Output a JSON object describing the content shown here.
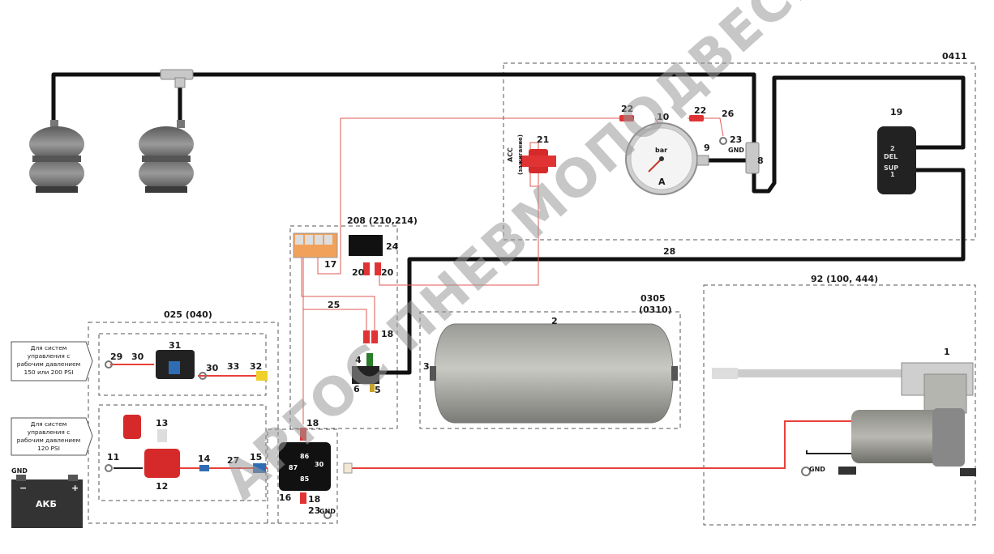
{
  "boxes": {
    "b0411": "0411",
    "b208": "208 (210,214)",
    "b025": "025 (040)",
    "b0305a": "0305",
    "b0305b": "(0310)",
    "b92": "92 (100, 444)"
  },
  "labels": {
    "n1": "1",
    "n2": "2",
    "n3": "3",
    "n4": "4",
    "n5": "5",
    "n6": "6",
    "n8": "8",
    "n9": "9",
    "n10": "10",
    "n11": "11",
    "n12": "12",
    "n13": "13",
    "n14": "14",
    "n15": "15",
    "n16": "16",
    "n17": "17",
    "n18a": "18",
    "n18b": "18",
    "n18c": "18",
    "n19": "19",
    "n20a": "20",
    "n20b": "20",
    "n21": "21",
    "n22a": "22",
    "n22b": "22",
    "n23a": "23",
    "n23b": "23",
    "n24": "24",
    "n25": "25",
    "n26": "26",
    "n27": "27",
    "n28": "28",
    "n29": "29",
    "n30a": "30",
    "n30b": "30",
    "n31": "31",
    "n32": "32",
    "n33": "33"
  },
  "gnd": {
    "gauge": "GND",
    "relay": "GND",
    "battery": "GND",
    "compressor": "GND"
  },
  "acc": {
    "line1": "ACC",
    "line2": "(зажигание)"
  },
  "battery": {
    "label": "АКБ",
    "minus": "−",
    "plus": "+"
  },
  "relay_pins": {
    "p86": "86",
    "p87": "87",
    "p30": "30",
    "p85": "85"
  },
  "panel": {
    "del_num": "2",
    "del": "DEL",
    "sup": "SUP",
    "sup_num": "1"
  },
  "gauge": {
    "unit": "bar",
    "brand": "A"
  },
  "notes": {
    "high": [
      "Для систем",
      "управления с",
      "рабочим давлением",
      "150 или 200 PSI"
    ],
    "low": [
      "Для систем",
      "управления с",
      "рабочим давлением",
      "120 PSI"
    ]
  },
  "watermark": "АРГОС ПНЕВМОПОДВЕСКА"
}
